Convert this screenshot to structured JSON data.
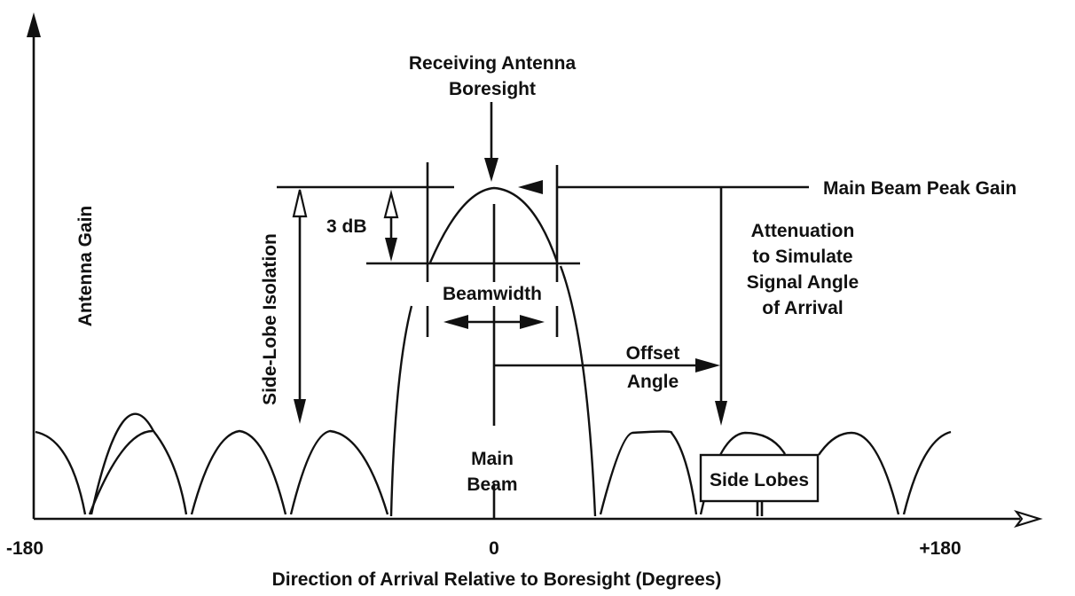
{
  "diagram": {
    "title": "Antenna Gain Pattern",
    "colors": {
      "ink": "#111111",
      "background": "#ffffff"
    },
    "axes": {
      "y_label": "Antenna Gain",
      "x_label": "Direction of Arrival Relative to Boresight (Degrees)",
      "x_ticks": [
        "-180",
        "0",
        "+180"
      ]
    },
    "labels": {
      "boresight_line1": "Receiving Antenna",
      "boresight_line2": "Boresight",
      "peak_gain": "Main Beam Peak Gain",
      "three_db": "3 dB",
      "side_lobe_isolation": "Side-Lobe Isolation",
      "beamwidth": "Beamwidth",
      "attenuation_line1": "Attenuation",
      "attenuation_line2": "to Simulate",
      "attenuation_line3": "Signal Angle",
      "attenuation_line4": "of Arrival",
      "offset_line1": "Offset",
      "offset_line2": "Angle",
      "main_beam_line1": "Main",
      "main_beam_line2": "Beam",
      "side_lobes": "Side Lobes"
    }
  }
}
